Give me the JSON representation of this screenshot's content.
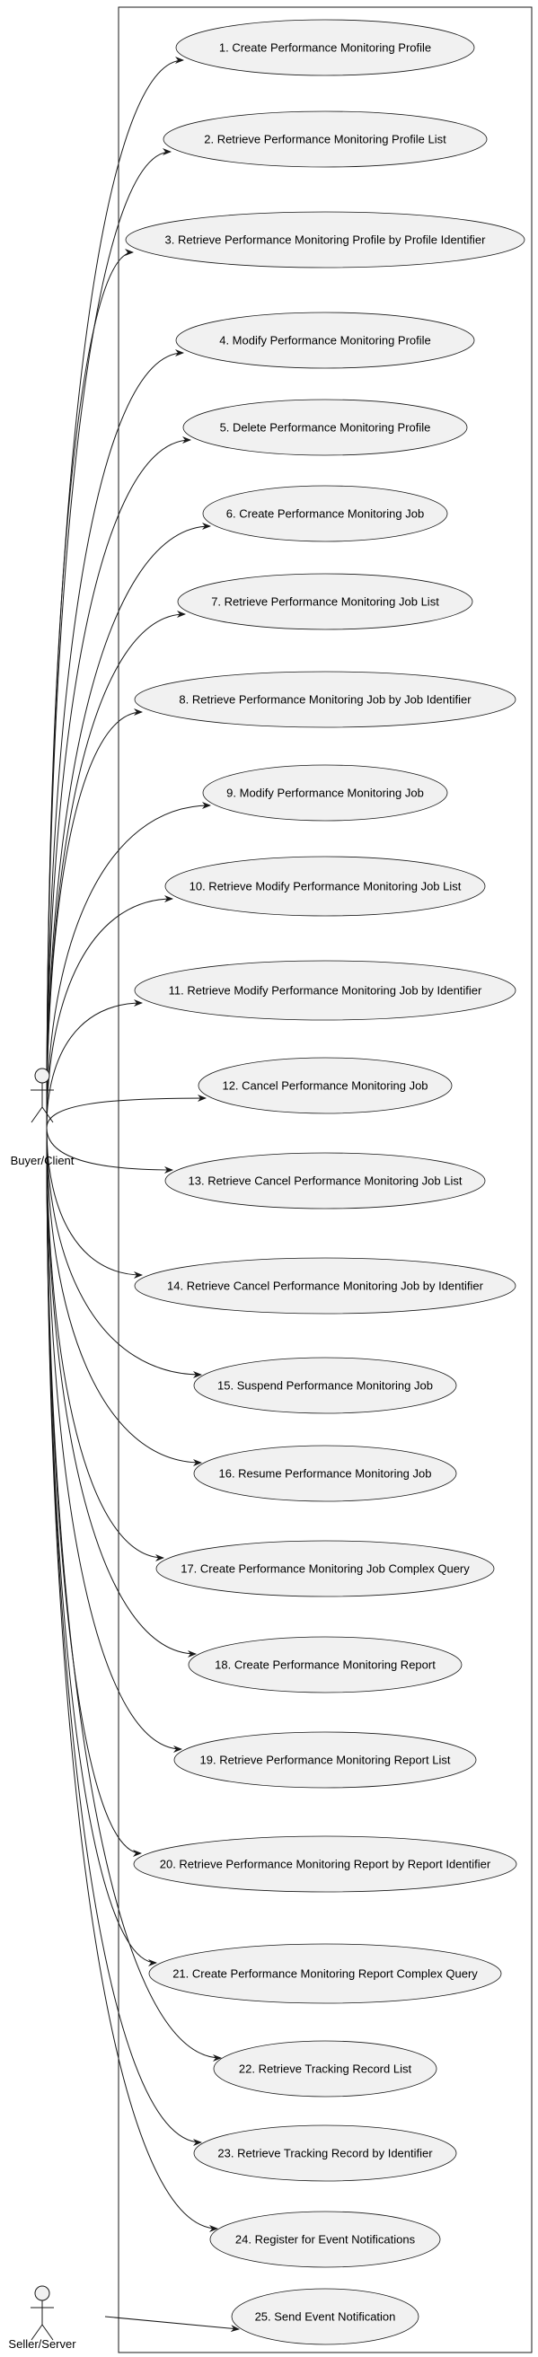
{
  "diagram": {
    "type": "use-case",
    "colors": {
      "background": "#ffffff",
      "usecase_fill": "#f1f1f1",
      "usecase_stroke": "#181818",
      "line": "#181818",
      "text": "#000000"
    },
    "actors": [
      {
        "id": "buyer",
        "name": "Buyer/Client"
      },
      {
        "id": "seller",
        "name": "Seller/Server"
      }
    ],
    "use_cases": [
      {
        "id": "uc1",
        "label": "1. Create Performance Monitoring Profile",
        "actor": "buyer"
      },
      {
        "id": "uc2",
        "label": "2. Retrieve Performance Monitoring Profile List",
        "actor": "buyer"
      },
      {
        "id": "uc3",
        "label": "3. Retrieve Performance Monitoring Profile by Profile Identifier",
        "actor": "buyer"
      },
      {
        "id": "uc4",
        "label": "4. Modify Performance Monitoring Profile",
        "actor": "buyer"
      },
      {
        "id": "uc5",
        "label": "5. Delete Performance Monitoring Profile",
        "actor": "buyer"
      },
      {
        "id": "uc6",
        "label": "6. Create Performance Monitoring Job",
        "actor": "buyer"
      },
      {
        "id": "uc7",
        "label": "7. Retrieve Performance Monitoring Job List",
        "actor": "buyer"
      },
      {
        "id": "uc8",
        "label": "8. Retrieve Performance Monitoring Job by Job Identifier",
        "actor": "buyer"
      },
      {
        "id": "uc9",
        "label": "9. Modify Performance Monitoring Job",
        "actor": "buyer"
      },
      {
        "id": "uc10",
        "label": "10. Retrieve Modify Performance Monitoring Job List",
        "actor": "buyer"
      },
      {
        "id": "uc11",
        "label": "11. Retrieve Modify Performance Monitoring Job by Identifier",
        "actor": "buyer"
      },
      {
        "id": "uc12",
        "label": "12. Cancel Performance Monitoring Job",
        "actor": "buyer"
      },
      {
        "id": "uc13",
        "label": "13. Retrieve Cancel Performance Monitoring Job List",
        "actor": "buyer"
      },
      {
        "id": "uc14",
        "label": "14. Retrieve Cancel Performance Monitoring Job by Identifier",
        "actor": "buyer"
      },
      {
        "id": "uc15",
        "label": "15. Suspend Performance Monitoring Job",
        "actor": "buyer"
      },
      {
        "id": "uc16",
        "label": "16. Resume Performance Monitoring Job",
        "actor": "buyer"
      },
      {
        "id": "uc17",
        "label": "17. Create Performance Monitoring Job Complex Query",
        "actor": "buyer"
      },
      {
        "id": "uc18",
        "label": "18. Create Performance Monitoring Report",
        "actor": "buyer"
      },
      {
        "id": "uc19",
        "label": "19. Retrieve Performance Monitoring Report List",
        "actor": "buyer"
      },
      {
        "id": "uc20",
        "label": "20. Retrieve Performance Monitoring Report by Report Identifier",
        "actor": "buyer"
      },
      {
        "id": "uc21",
        "label": "21. Create Performance Monitoring Report Complex Query",
        "actor": "buyer"
      },
      {
        "id": "uc22",
        "label": "22. Retrieve Tracking Record List",
        "actor": "buyer"
      },
      {
        "id": "uc23",
        "label": "23. Retrieve Tracking Record by Identifier",
        "actor": "buyer"
      },
      {
        "id": "uc24",
        "label": "24. Register for Event Notifications",
        "actor": "buyer"
      },
      {
        "id": "uc25",
        "label": "25. Send Event Notification",
        "actor": "seller"
      }
    ]
  }
}
